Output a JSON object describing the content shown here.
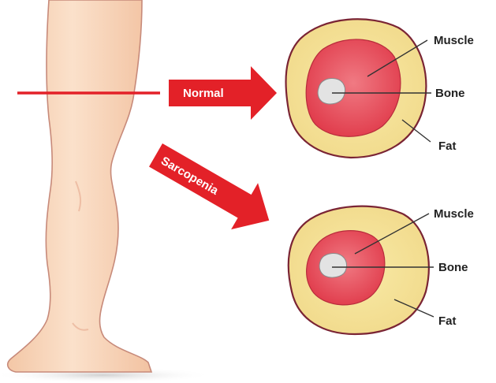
{
  "arrows": {
    "normal": "Normal",
    "sarcopenia": "Sarcopenia"
  },
  "normal_section": {
    "muscle": "Muscle",
    "bone": "Bone",
    "fat": "Fat"
  },
  "sarcopenia_section": {
    "muscle": "Muscle",
    "bone": "Bone",
    "fat": "Fat"
  },
  "colors": {
    "skin": "#f9d9be",
    "skin_outline": "#c78a7a",
    "fat": "#f6e39a",
    "muscle": "#e8505e",
    "bone": "#e3e3e3",
    "arrow_red": "#e32128",
    "outline": "#7a2434"
  }
}
